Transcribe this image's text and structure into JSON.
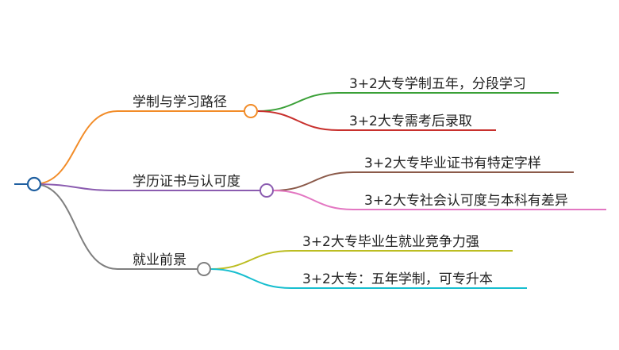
{
  "mindmap": {
    "root_color": "#1f5fa0",
    "branches": [
      {
        "label": "学制与学习路径",
        "color": "#f28c28",
        "children": [
          {
            "label": "3+2大专学制五年，分段学习",
            "color": "#3aa037"
          },
          {
            "label": "3+2大专需考后录取",
            "color": "#c8302d"
          }
        ]
      },
      {
        "label": "学历证书与认可度",
        "color": "#8b5cb0",
        "children": [
          {
            "label": "3+2大专毕业证书有特定字样",
            "color": "#8b5a4a"
          },
          {
            "label": "3+2大专社会认可度与本科有差异",
            "color": "#e377c2"
          }
        ]
      },
      {
        "label": "就业前景",
        "color": "#7f7f7f",
        "children": [
          {
            "label": "3+2大专毕业生就业竞争力强",
            "color": "#bcbd22"
          },
          {
            "label": "3+2大专：五年学制，可专升本",
            "color": "#17becf"
          }
        ]
      }
    ]
  }
}
